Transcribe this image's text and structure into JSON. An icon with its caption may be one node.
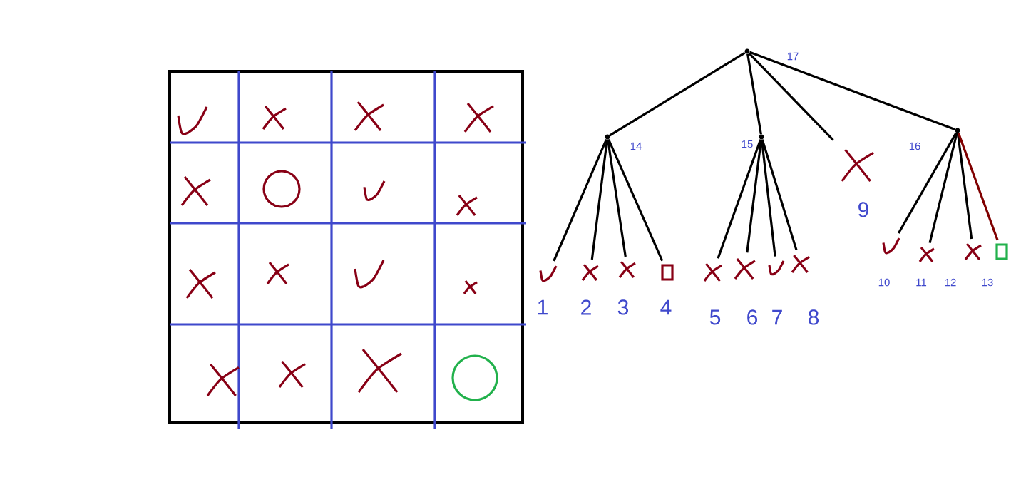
{
  "diagram": {
    "nodes": [
      {
        "text": [],
        "shape": "point",
        "beside": [
          "17"
        ]
      },
      {
        "text": [],
        "shape": "point",
        "beside": [
          "14"
        ]
      },
      {
        "text": [],
        "shape": "point",
        "beside": [
          "15"
        ]
      },
      {
        "text": [],
        "shape": "cross",
        "beside": [
          "9"
        ]
      },
      {
        "text": [],
        "shape": "point",
        "beside": [
          "16"
        ]
      },
      {
        "text": [],
        "shape": "check",
        "beside": [
          "1"
        ]
      },
      {
        "text": [],
        "shape": "cross",
        "beside": [
          "2"
        ]
      },
      {
        "text": [],
        "shape": "cross",
        "beside": [
          "3"
        ]
      },
      {
        "text": [],
        "shape": "box",
        "beside": [
          "4"
        ]
      },
      {
        "text": [],
        "shape": "cross",
        "beside": [
          "5"
        ]
      },
      {
        "text": [],
        "shape": "cross",
        "beside": [
          "6"
        ]
      },
      {
        "text": [],
        "shape": "check",
        "beside": [
          "7"
        ]
      },
      {
        "text": [],
        "shape": "cross",
        "beside": [
          "8"
        ]
      },
      {
        "text": [],
        "shape": "check",
        "beside": [
          "10"
        ]
      },
      {
        "text": [],
        "shape": "cross",
        "beside": [
          "11"
        ]
      },
      {
        "text": [],
        "shape": "cross",
        "beside": [
          "12"
        ]
      },
      {
        "text": [],
        "shape": "box",
        "beside": [
          "13"
        ]
      }
    ],
    "edges": [
      {
        "from": 0,
        "to": 1,
        "arrow": "none"
      },
      {
        "from": 0,
        "to": 2,
        "arrow": "none"
      },
      {
        "from": 0,
        "to": 3,
        "arrow": "none"
      },
      {
        "from": 0,
        "to": 4,
        "arrow": "none"
      },
      {
        "from": 1,
        "to": 5,
        "arrow": "none"
      },
      {
        "from": 1,
        "to": 6,
        "arrow": "none"
      },
      {
        "from": 1,
        "to": 7,
        "arrow": "none"
      },
      {
        "from": 1,
        "to": 8,
        "arrow": "none"
      },
      {
        "from": 2,
        "to": 9,
        "arrow": "none"
      },
      {
        "from": 2,
        "to": 10,
        "arrow": "none"
      },
      {
        "from": 2,
        "to": 11,
        "arrow": "none"
      },
      {
        "from": 2,
        "to": 12,
        "arrow": "none"
      },
      {
        "from": 4,
        "to": 13,
        "arrow": "none"
      },
      {
        "from": 4,
        "to": 14,
        "arrow": "none"
      },
      {
        "from": 4,
        "to": 15,
        "arrow": "none"
      },
      {
        "from": 4,
        "to": 16,
        "arrow": "none",
        "color": "#800000"
      }
    ]
  }
}
